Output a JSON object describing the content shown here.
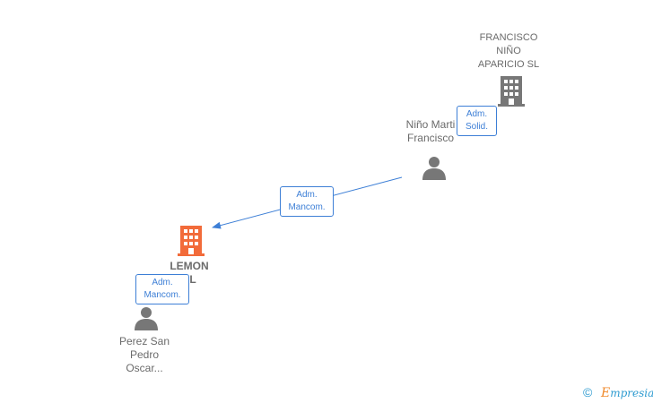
{
  "nodes": {
    "company_top": {
      "label": "FRANCISCO\nNIÑO\nAPARICIO  SL",
      "color": "#777777"
    },
    "person_mid": {
      "label": "Niño Marti\nFrancisco",
      "color": "#777777"
    },
    "company_main": {
      "label": "LEMON\nSL",
      "color": "#f26b3a"
    },
    "person_bottom": {
      "label": "Perez San\nPedro\nOscar...",
      "color": "#777777"
    }
  },
  "edges": {
    "solid": {
      "label": "Adm.\nSolid."
    },
    "mancom_upper": {
      "label": "Adm.\nMancom."
    },
    "mancom_lower": {
      "label": "Adm.\nMancom."
    }
  },
  "footer": {
    "copyright": "©",
    "brand_first": "E",
    "brand_rest": "mpresia"
  },
  "colors": {
    "edge": "#3d7fd6",
    "accent": "#f26b3a",
    "brand": "#2e9bd0"
  }
}
